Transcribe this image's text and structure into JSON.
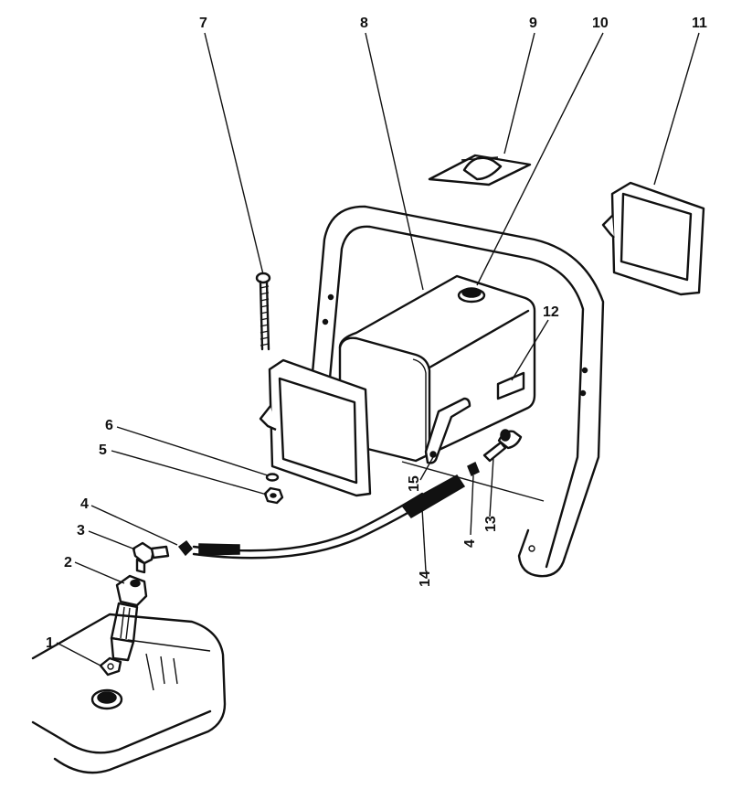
{
  "callouts": {
    "c1": "1",
    "c2": "2",
    "c3": "3",
    "c4a": "4",
    "c4b": "4",
    "c5": "5",
    "c6": "6",
    "c7": "7",
    "c8": "8",
    "c9": "9",
    "c10": "10",
    "c11": "11",
    "c12": "12",
    "c13": "13",
    "c14": "14",
    "c15": "15"
  }
}
